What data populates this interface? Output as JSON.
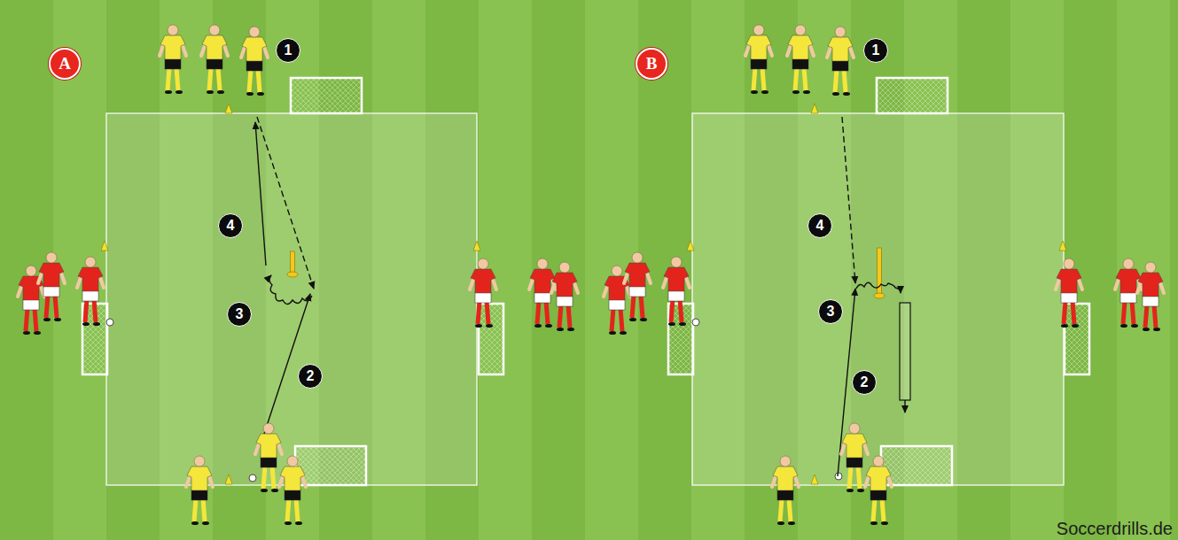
{
  "diagram": {
    "labels": [
      "A",
      "1",
      "4",
      "3",
      "2",
      "B",
      "1",
      "4",
      "3",
      "2",
      "Soccerdrills.de"
    ]
  }
}
